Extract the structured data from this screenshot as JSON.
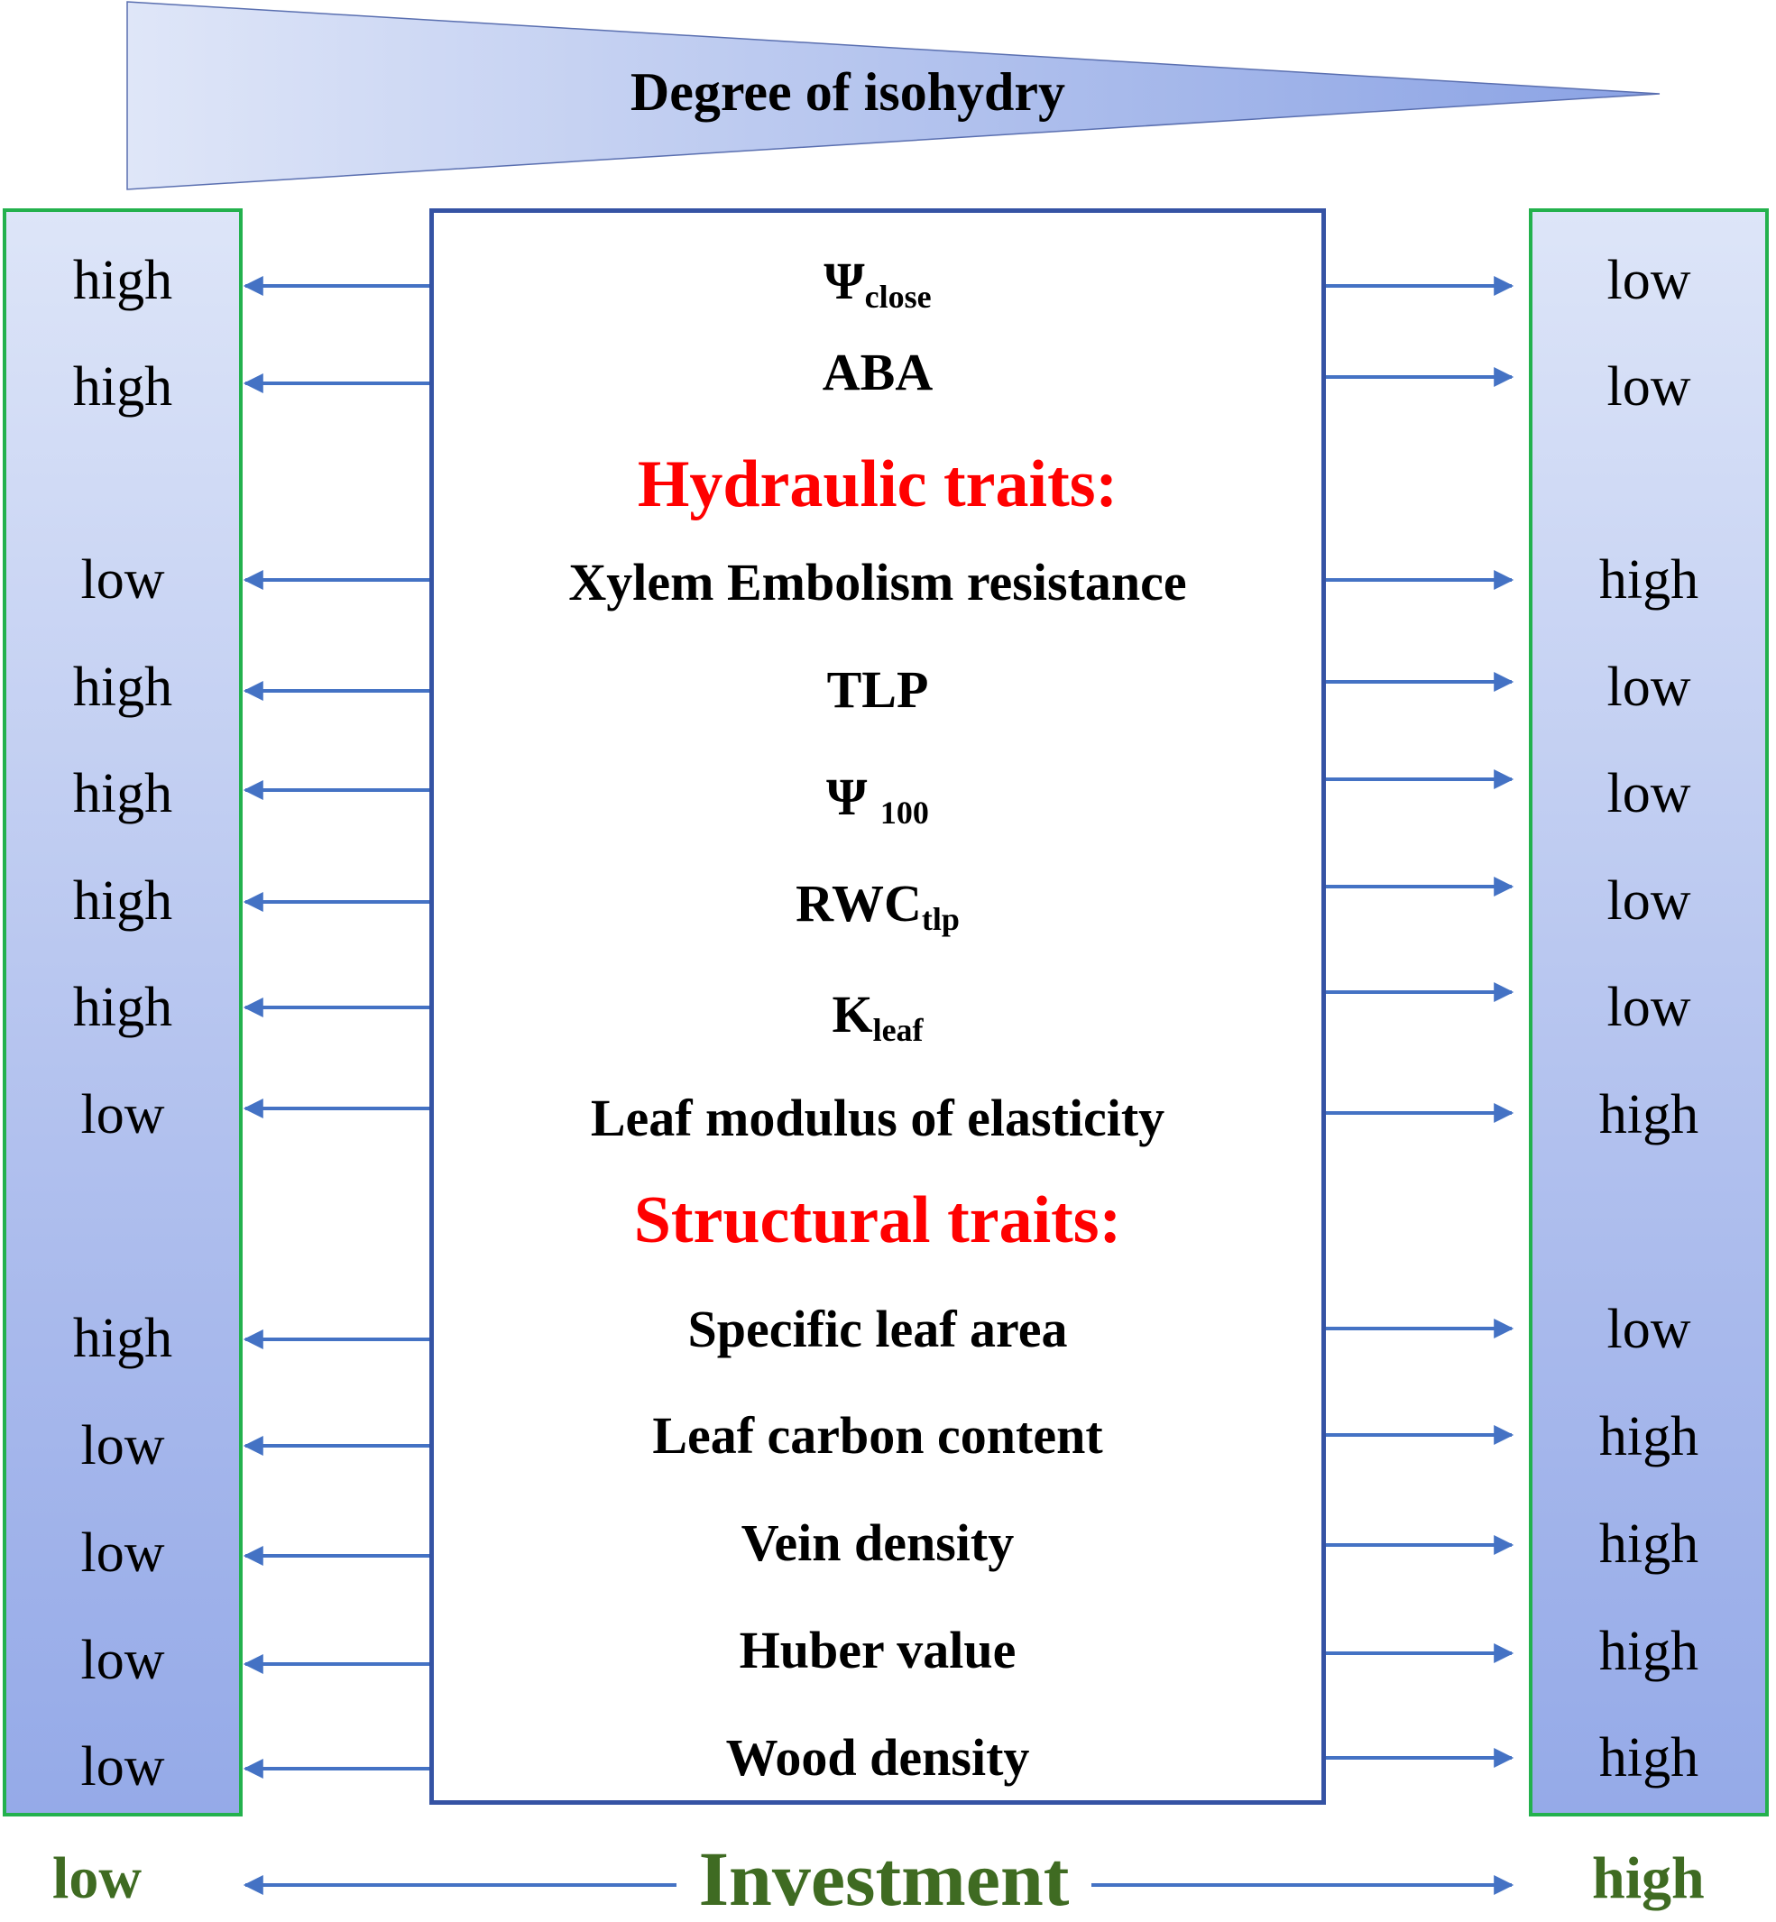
{
  "header": {
    "label": "Degree of isohydry"
  },
  "traits": [
    {
      "main": "Ψ",
      "sub": "close",
      "left": "high",
      "right": "low"
    },
    {
      "main": "ABA",
      "sub": "",
      "left": "high",
      "right": "low"
    },
    {
      "main": "Xylem Embolism resistance",
      "sub": "",
      "left": "low",
      "right": "high"
    },
    {
      "main": "TLP",
      "sub": "",
      "left": "high",
      "right": "low"
    },
    {
      "main": "Ψ ",
      "sub": "100",
      "left": "high",
      "right": "low"
    },
    {
      "main": "RWC",
      "sub": "tlp",
      "left": "high",
      "right": "low"
    },
    {
      "main": "K",
      "sub": "leaf",
      "left": "high",
      "right": "low"
    },
    {
      "main": "Leaf modulus of elasticity",
      "sub": "",
      "left": "low",
      "right": "high"
    },
    {
      "main": "Specific leaf area",
      "sub": "",
      "left": "high",
      "right": "low"
    },
    {
      "main": "Leaf carbon content",
      "sub": "",
      "left": "low",
      "right": "high"
    },
    {
      "main": "Vein density",
      "sub": "",
      "left": "low",
      "right": "high"
    },
    {
      "main": "Huber value",
      "sub": "",
      "left": "low",
      "right": "high"
    },
    {
      "main": "Wood density",
      "sub": "",
      "left": "low",
      "right": "high"
    }
  ],
  "headings": {
    "hydraulic": "Hydraulic traits:",
    "structural": "Structural traits:"
  },
  "footer": {
    "low": "low",
    "title": "Investment",
    "high": "high"
  },
  "colors": {
    "arrow": "#4472c4",
    "side_border": "#23b14d",
    "box_border": "#3553a4",
    "heading": "#ff0000",
    "footer_text": "#3f6b22"
  }
}
